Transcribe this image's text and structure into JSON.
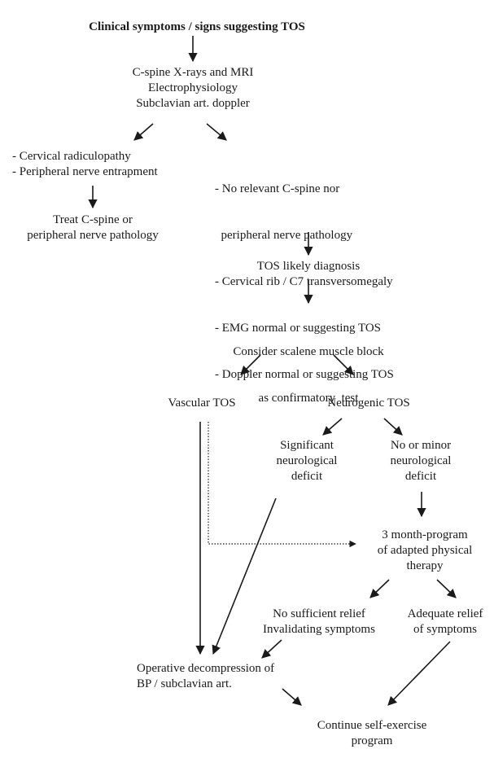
{
  "title": "Clinical symptoms / signs suggesting TOS",
  "nodes": {
    "initial_tests": [
      "C-spine  X-rays  and  MRI",
      "Electrophysiology",
      "Subclavian art. doppler"
    ],
    "radiculopathy": [
      "- Cervical radiculopathy",
      "- Peripheral nerve entrapment"
    ],
    "treat_cspine": [
      "Treat C-spine or",
      "peripheral nerve pathology"
    ],
    "findings": [
      "- No relevant C-spine nor",
      "  peripheral nerve pathology",
      "- Cervical rib / C7 transversomegaly",
      "- EMG normal or suggesting TOS",
      "- Doppler normal or suggesting TOS"
    ],
    "likely_diagnosis": [
      "TOS likely diagnosis"
    ],
    "scalene_block": [
      "Consider scalene muscle block",
      "as confirmatory  test"
    ],
    "vascular": [
      "Vascular TOS"
    ],
    "neurogenic": [
      "Neurogenic TOS"
    ],
    "significant_deficit": [
      "Significant",
      "neurological",
      "deficit"
    ],
    "minor_deficit": [
      "No or minor",
      "neurological",
      "deficit"
    ],
    "physical_therapy": [
      "3 month-program",
      "of adapted physical",
      "therapy"
    ],
    "no_relief": [
      "No sufficient relief",
      "Invalidating symptoms"
    ],
    "adequate_relief": [
      "Adequate relief",
      "of symptoms"
    ],
    "operative": [
      "Operative decompression of",
      "BP / subclavian art."
    ],
    "continue_exercise": [
      "Continue self-exercise",
      "program"
    ]
  },
  "colors": {
    "ink": "#1a1a1a",
    "background": "#ffffff"
  }
}
